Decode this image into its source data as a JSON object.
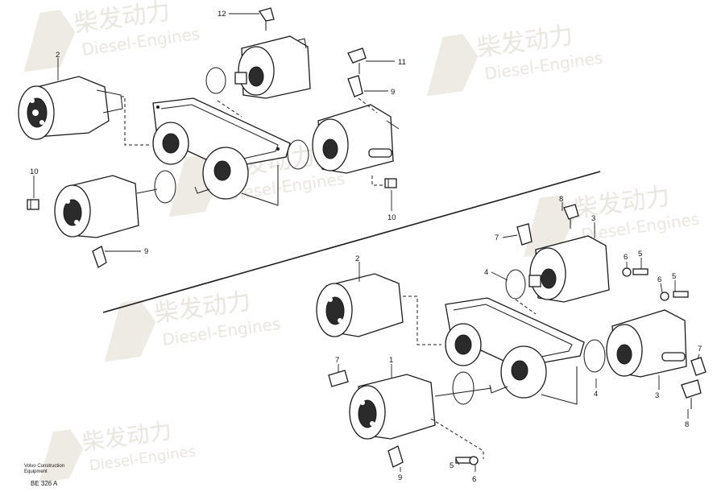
{
  "watermark": {
    "brand_cn": "柴发动力",
    "brand_en": "Diesel-Engines"
  },
  "footer": {
    "company_line1": "Volvo Construction",
    "company_line2": "Equipment",
    "drawing_ref": "BE 326 A"
  },
  "callouts": {
    "upper": [
      "12",
      "2",
      "11",
      "9",
      "10",
      "9",
      "10"
    ],
    "lower": [
      "8",
      "7",
      "3",
      "2",
      "4",
      "6",
      "5",
      "5",
      "6",
      "7",
      "1",
      "4",
      "3",
      "7",
      "8",
      "9",
      "5",
      "6"
    ]
  },
  "colors": {
    "line": "#1a1a1a",
    "watermark": "#e7e3dc"
  }
}
